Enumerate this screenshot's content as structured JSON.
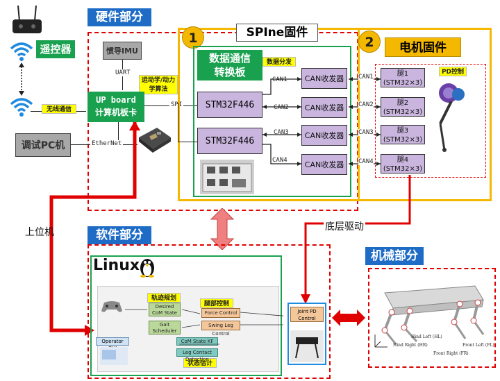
{
  "hardware": {
    "title": "硬件部分",
    "remote": "遥控器",
    "imu": "惯导IMU",
    "uart": "UART",
    "kinematics_tag": "运动学/动力学算法",
    "upboard_line1": "UP board",
    "upboard_line2": "计算机板卡",
    "wireless_tag": "无线通信",
    "spi": "SPI",
    "pc": "调试PC机",
    "ethernet": "EtherNet"
  },
  "spine": {
    "title": "SPIne固件",
    "badge": "1",
    "comm_line1": "数据通信",
    "comm_line2": "转换板",
    "dist_tag": "数据分发",
    "stm_a": "STM32F446",
    "stm_b": "STM32F446",
    "can_chips": [
      "CAN收发器",
      "CAN收发器",
      "CAN收发器",
      "CAN收发器"
    ],
    "can_labels": [
      "CAN1",
      "CAN2",
      "CAN3",
      "CAN4"
    ]
  },
  "motor": {
    "title": "电机固件",
    "badge": "2",
    "pd_tag": "PD控制",
    "can_labels": [
      "CAN1",
      "CAN2",
      "CAN3",
      "CAN4"
    ],
    "legs": [
      {
        "name": "腿1",
        "spec": "(STM32×3)"
      },
      {
        "name": "腿2",
        "spec": "(STM32×3)"
      },
      {
        "name": "腿3",
        "spec": "(STM32×3)"
      },
      {
        "name": "腿4",
        "spec": "(STM32×3)"
      }
    ]
  },
  "flows": {
    "host": "上位机",
    "low_drive": "底层驱动"
  },
  "software": {
    "title": "软件部分",
    "linux": "Linux",
    "traj_tag": "轨迹规划",
    "leg_ctrl_tag": "腿部控制",
    "state_tag": "状态估计",
    "desired_com": "Desired CoM State",
    "gait": "Gait Scheduler",
    "force": "Force Control",
    "swing": "Swing Leg Control",
    "com_kf": "CoM State KF",
    "contact": "Leg Contact Detection",
    "joint_pd": "Joint PD Control",
    "operator": "Operator GUI"
  },
  "mechanical": {
    "title": "机械部分",
    "hind_left": "Hind Left (HL)",
    "hind_right": "Hind Right (HR)",
    "front_left": "Front Left (FL)",
    "front_right": "Front Right (FR)"
  },
  "colors": {
    "blue": "#1f6cc7",
    "green": "#1aa14f",
    "red": "#e00000",
    "orange": "#f5b800",
    "purple": "#c9b5de"
  }
}
